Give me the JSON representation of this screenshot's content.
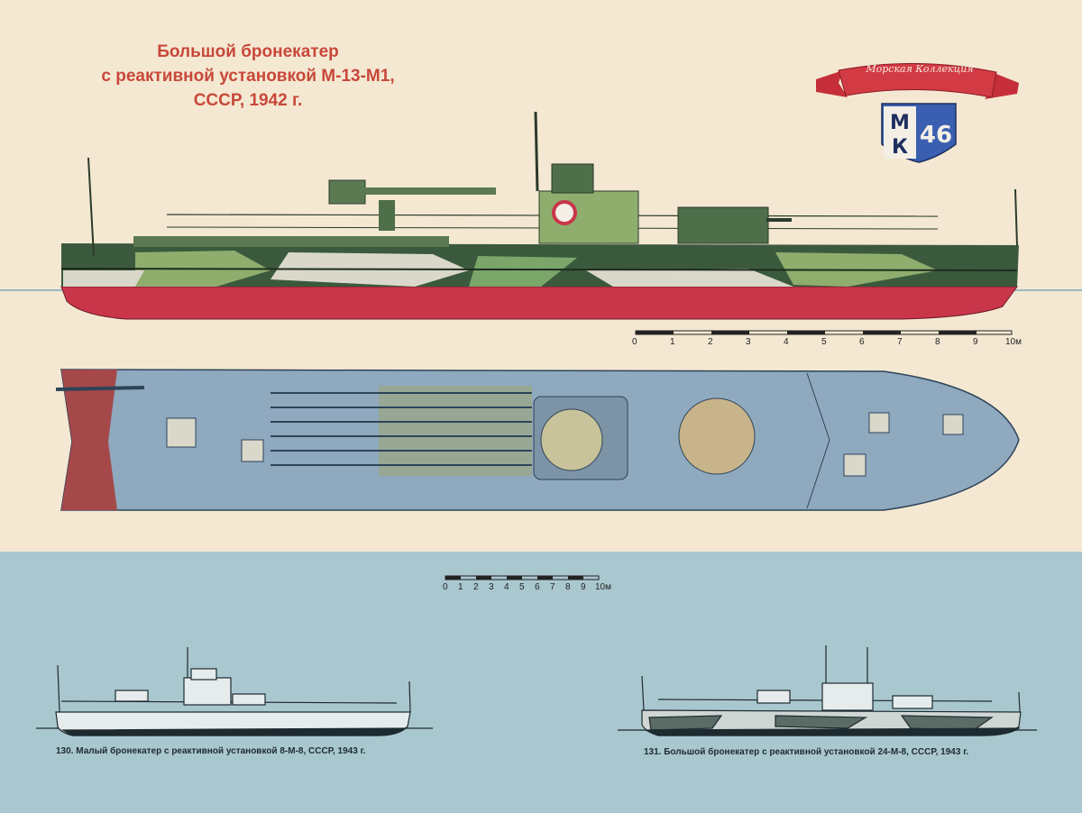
{
  "header": {
    "title_line1": "Большой бронекатер",
    "title_line2": "с реактивной установкой М-13-М1,",
    "title_line3": "СССР, 1942 г."
  },
  "badge": {
    "ribbon": "Морская Коллекция",
    "letters_top": "М",
    "letters_bottom": "К",
    "number": "46"
  },
  "scale_main": {
    "ticks": [
      "0",
      "1",
      "2",
      "3",
      "4",
      "5",
      "6",
      "7",
      "8",
      "9",
      "10м"
    ]
  },
  "scale_small": {
    "ticks": [
      "0",
      "1",
      "2",
      "3",
      "4",
      "5",
      "6",
      "7",
      "8",
      "9",
      "10м"
    ]
  },
  "captions": {
    "left": "130. Малый бронекатер с реактивной установкой 8-М-8, СССР, 1943 г.",
    "right": "131. Большой бронекатер с реактивной установкой 24-М-8, СССР, 1943 г."
  },
  "colors": {
    "paper": "#f4e8d2",
    "sea_panel": "#a9c7cf",
    "hull_red": "#c9364a",
    "deck_blue": "#8fa9bf",
    "title_red": "#c8483a"
  }
}
